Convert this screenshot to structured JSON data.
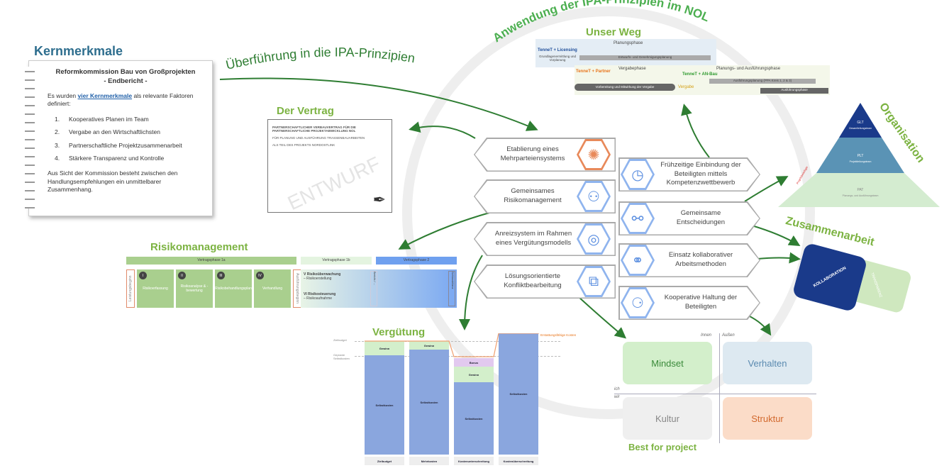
{
  "main_title": "Anwendung der IPA-Prinzipien im NOL",
  "transfer_label": "Überführung in die IPA-Prinzipien",
  "kernmerkmale": {
    "title": "Kernmerkmale",
    "doc_title_1": "Reformkommission Bau von Großprojekten",
    "doc_title_2": "- Endbericht -",
    "intro_pre": "Es wurden ",
    "intro_link": "vier Kernmerkmale",
    "intro_post": " als relevante Faktoren definiert:",
    "items": [
      {
        "n": "1.",
        "label": "Kooperatives Planen im Team"
      },
      {
        "n": "2.",
        "label": "Vergabe an den Wirtschaftlichsten"
      },
      {
        "n": "3.",
        "label": "Partnerschaftliche Projektzusammenarbeit"
      },
      {
        "n": "4.",
        "label": "Stärkere Transparenz und Kontrolle"
      }
    ],
    "conclusion": "Aus Sicht der Kommission besteht zwischen den Handlungsempfehlungen ein unmittelbarer Zusammenhang."
  },
  "vertrag": {
    "title": "Der Vertrag",
    "line1": "PARTNERSCHAFTLICHER VERBAUVERTRAG FÜR DIE PARTNERSCHAFTLICHE PROJEKTABWICKLUNG NOL",
    "line2": "FÜR PLANUNG UND AUSFÜHRUNG TRASSENBAUARBEITEN",
    "line3": "ALS TEIL DES PROJEKTS NORDOSTLINK",
    "watermark": "ENTWURF"
  },
  "unser_weg": {
    "title": "Unser Weg",
    "planungsphase": "Planungsphase",
    "tennet_licensing": "TenneT + Licensing",
    "grundlagen": "Grundlagenermittlung und Vorplanung",
    "entwurf": "Entwurfs- und Genehmigungsplanung",
    "vergabephase": "Vergabephase",
    "tennet_partner": "TenneT + Partner",
    "vorbereitung": "Vorbereitung und Mitwirkung der Vergabe",
    "vergabe": "Vergabe",
    "pa_phase": "Planungs- und Ausführungsphase",
    "tennet_an": "TenneT + AN-Bau",
    "ausfuehrungsplanung": "Ausführungsplanung (PPA Kreis 1, 2 & 3)",
    "ausfuehrungsphase": "Ausführungsphase"
  },
  "principles_left": [
    {
      "label": "Etablierung eines Mehrparteiensystems",
      "icon": "network-icon",
      "color": "#e8895a"
    },
    {
      "label": "Gemeinsames Risikomanagement",
      "icon": "team-location-icon",
      "color": "#8fb4ee"
    },
    {
      "label": "Anreizsystem im Rahmen eines Vergütungsmodells",
      "icon": "coins-icon",
      "color": "#8fb4ee"
    },
    {
      "label": "Lösungsorientierte Konfliktbearbeitung",
      "icon": "puzzle-icon",
      "color": "#8fb4ee"
    }
  ],
  "principles_right": [
    {
      "label": "Frühzeitige Einbindung der Beteiligten mittels Kompetenzwettbewerb",
      "icon": "clock-icon"
    },
    {
      "label": "Gemeinsame Entscheidungen",
      "icon": "handshake-icon"
    },
    {
      "label": "Einsatz kollaborativer Arbeitsmethoden",
      "icon": "collaboration-network-icon"
    },
    {
      "label": "Kooperative Haltung der Beteiligten",
      "icon": "round-table-icon"
    }
  ],
  "organisation": {
    "title": "Organisation",
    "levels": [
      {
        "abbr": "GLT",
        "name": "Gesamtleitungsteam",
        "color": "#1a3a8a"
      },
      {
        "abbr": "PLT",
        "name": "Projektleitungsteam",
        "color": "#5a93b5"
      },
      {
        "abbr": "PAT",
        "name": "Planungs- und Ausführungsteam",
        "color": "#d4ecd0"
      }
    ],
    "side_label": "Projektbeteiligte"
  },
  "zusammenarbeit": {
    "title": "Zusammenarbeit",
    "piece1": "KOLLABORATION",
    "piece2": "TRANSPARENZ"
  },
  "risikomanagement": {
    "title": "Risikomanagement",
    "phases": [
      "Vertragsphase 1a",
      "Vertragsphase 1b",
      "Vertragsphase 2"
    ],
    "start_label": "Leistungsbeginn",
    "end_label": "Ausführungsbeginn",
    "steps": [
      {
        "num": "I",
        "label": "Risikoerfassung"
      },
      {
        "num": "II",
        "label": "Risikoanalyse & -bewertung"
      },
      {
        "num": "III",
        "label": "Risikobehandlungsplan"
      },
      {
        "num": "IV",
        "label": "Verhandlung"
      }
    ],
    "steps_1b": [
      {
        "num": "V",
        "label": "Risikoüberwachung",
        "sub": "– Risikoerstellung"
      },
      {
        "num": "VI",
        "label": "Risikosteuerung",
        "sub": "– Risikoaufnahme"
      }
    ],
    "mid_label": "Bericht / ...",
    "final_label": "Schlussbilanz"
  },
  "verguetung": {
    "title": "Vergütung",
    "line_labels": {
      "zielbudget": "Zielbudget",
      "geplante": "Geplante Selbstkosten",
      "erstattung": "Erstattungsfähige Kosten"
    },
    "bars": [
      {
        "label": "Zielbudget",
        "segments": [
          "Selbstkosten",
          "Gewinn"
        ]
      },
      {
        "label": "Mehrkosten",
        "segments": [
          "Selbstkosten",
          "Gewinn"
        ]
      },
      {
        "label": "Kostenunterschreitung",
        "segments": [
          "Selbstkosten",
          "Gewinn",
          "Bonus"
        ]
      },
      {
        "label": "Kostenüberschreitung",
        "segments": [
          "Selbstkosten"
        ]
      }
    ]
  },
  "best_for_project": {
    "title": "Best for project",
    "axis": {
      "innen": "Innen",
      "aussen": "Außen",
      "ich": "ich",
      "wir": "wir"
    },
    "quadrants": [
      {
        "label": "Mindset",
        "bg": "#d3efcb",
        "fg": "#3a8a3a"
      },
      {
        "label": "Verhalten",
        "bg": "#dde9f1",
        "fg": "#5a8ab0"
      },
      {
        "label": "Kultur",
        "bg": "#efefef",
        "fg": "#888888"
      },
      {
        "label": "Struktur",
        "bg": "#fbdcc8",
        "fg": "#d2692e"
      }
    ]
  },
  "colors": {
    "accent_green": "#7cb342",
    "arrow_green": "#2e7d32",
    "title_blue": "#2e6e8e"
  }
}
